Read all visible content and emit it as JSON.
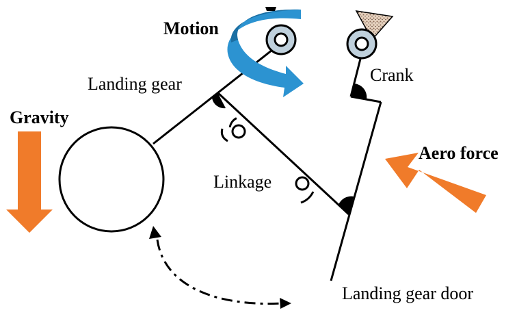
{
  "labels": {
    "motion": "Motion",
    "landing_gear": "Landing gear",
    "crank": "Crank",
    "gravity": "Gravity",
    "aero_force": "Aero force",
    "linkage": "Linkage",
    "landing_gear_door": "Landing gear door"
  },
  "colors": {
    "force_arrow": "#F07B2A",
    "motion_arrow": "#2C93D1",
    "motion_arrow_dark": "#1B6FA3",
    "pivot_fill": "#BFD0DC",
    "ground_hatch": "#C9A88F"
  }
}
